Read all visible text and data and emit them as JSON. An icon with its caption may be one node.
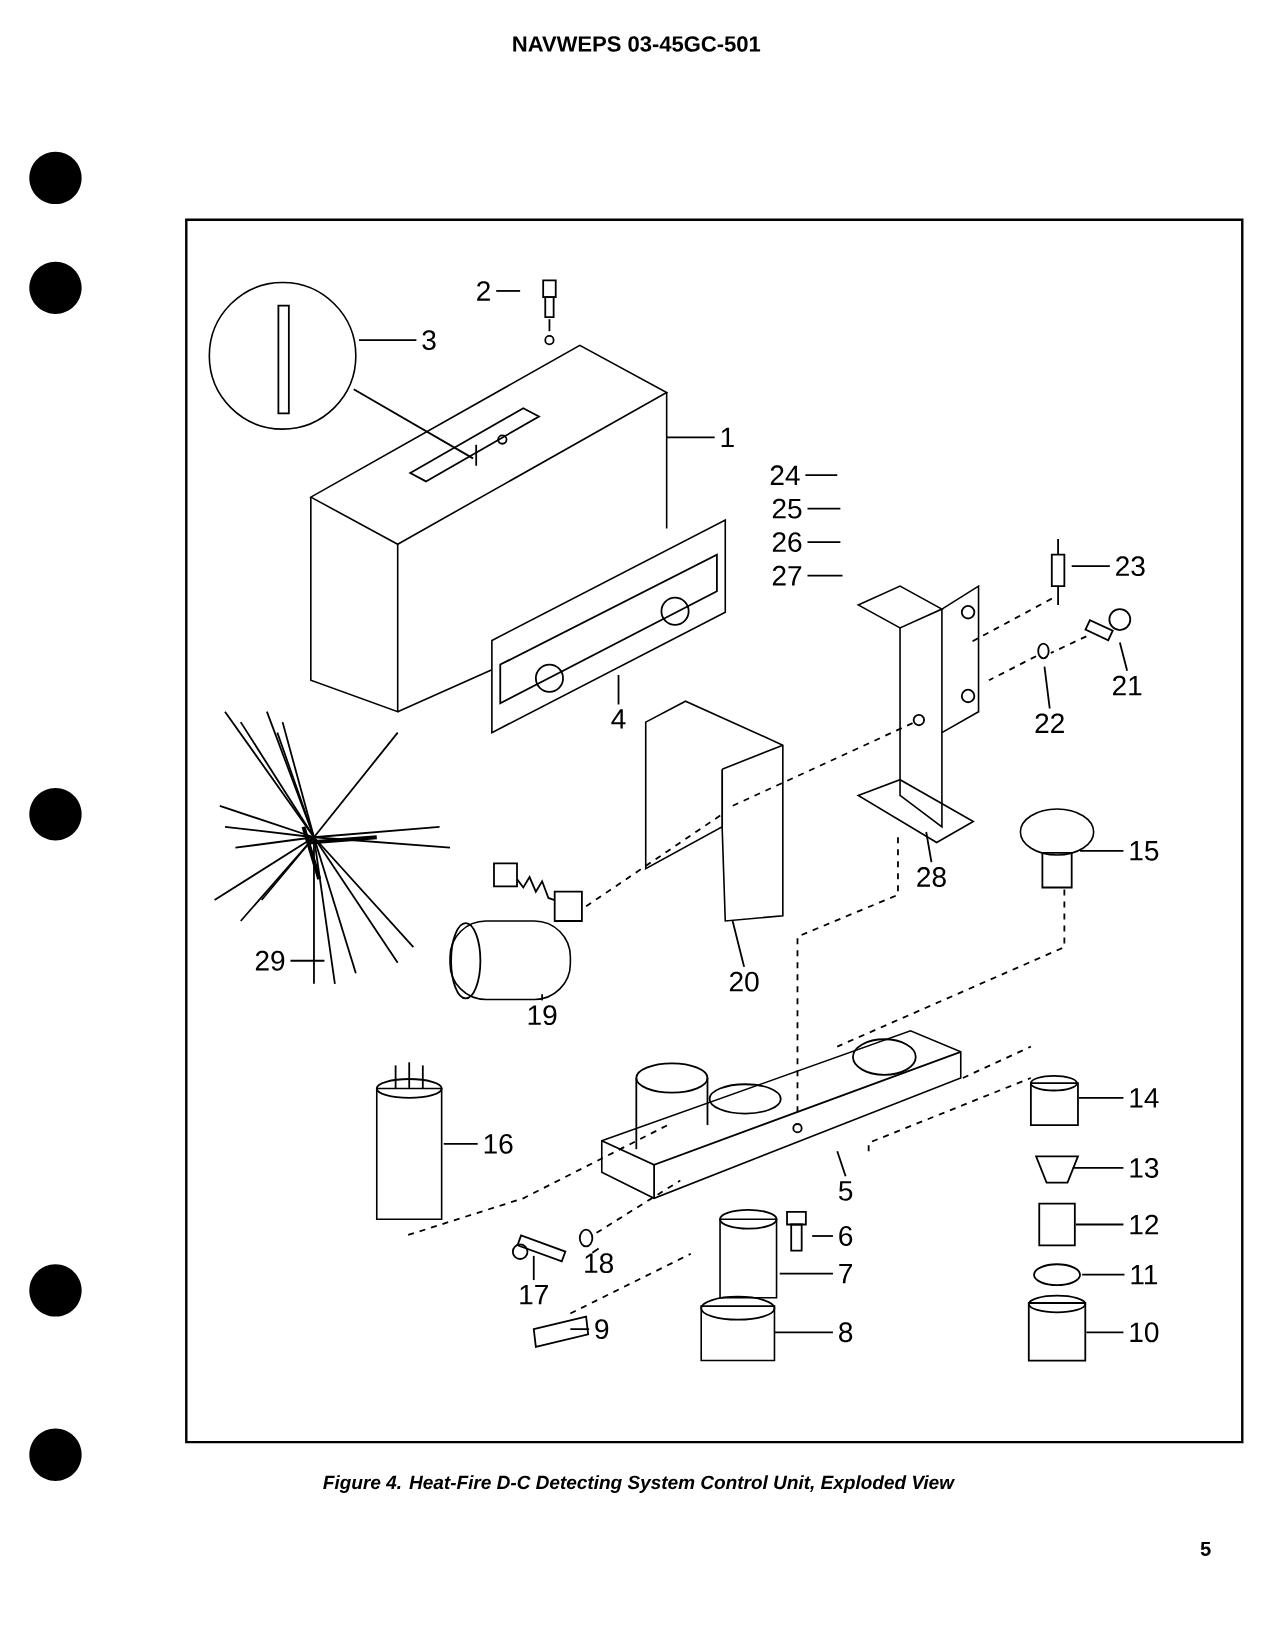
{
  "diagram": {
    "caption": "Figure 4. Heat-Fire D-C Detecting System Control Unit, Exploded View",
    "nodes": [
      {
        "text": [
          "1"
        ]
      },
      {
        "text": [
          "2"
        ]
      },
      {
        "text": [
          "3"
        ]
      },
      {
        "text": [
          "4"
        ]
      },
      {
        "text": [
          "5"
        ]
      },
      {
        "text": [
          "6"
        ]
      },
      {
        "text": [
          "7"
        ]
      },
      {
        "text": [
          "8"
        ]
      },
      {
        "text": [
          "9"
        ]
      },
      {
        "text": [
          "10"
        ]
      },
      {
        "text": [
          "11"
        ]
      },
      {
        "text": [
          "12"
        ]
      },
      {
        "text": [
          "13"
        ]
      },
      {
        "text": [
          "14"
        ]
      },
      {
        "text": [
          "15"
        ]
      },
      {
        "text": [
          "16"
        ]
      },
      {
        "text": [
          "17"
        ]
      },
      {
        "text": [
          "18"
        ]
      },
      {
        "text": [
          "19"
        ]
      },
      {
        "text": [
          "20"
        ]
      },
      {
        "text": [
          "21"
        ]
      },
      {
        "text": [
          "22"
        ]
      },
      {
        "text": [
          "23"
        ]
      },
      {
        "text": [
          "24"
        ]
      },
      {
        "text": [
          "25"
        ]
      },
      {
        "text": [
          "26"
        ]
      },
      {
        "text": [
          "27"
        ]
      },
      {
        "text": [
          "28"
        ]
      },
      {
        "text": [
          "29"
        ]
      }
    ],
    "edges": [
      {
        "from": 0,
        "to": null,
        "arrow": "none"
      },
      {
        "from": 1,
        "to": null,
        "arrow": "none"
      },
      {
        "from": 2,
        "to": null,
        "arrow": "none"
      },
      {
        "from": 3,
        "to": null,
        "arrow": "none"
      },
      {
        "from": 4,
        "to": null,
        "arrow": "none"
      },
      {
        "from": 5,
        "to": null,
        "arrow": "none"
      },
      {
        "from": 6,
        "to": null,
        "arrow": "none"
      },
      {
        "from": 7,
        "to": null,
        "arrow": "none"
      },
      {
        "from": 8,
        "to": null,
        "arrow": "none"
      },
      {
        "from": 9,
        "to": null,
        "arrow": "none"
      },
      {
        "from": 10,
        "to": null,
        "arrow": "none"
      },
      {
        "from": 11,
        "to": null,
        "arrow": "none"
      },
      {
        "from": 12,
        "to": null,
        "arrow": "none"
      },
      {
        "from": 13,
        "to": null,
        "arrow": "none"
      },
      {
        "from": 14,
        "to": null,
        "arrow": "none"
      },
      {
        "from": 15,
        "to": null,
        "arrow": "none"
      },
      {
        "from": 16,
        "to": null,
        "arrow": "none"
      },
      {
        "from": 17,
        "to": null,
        "arrow": "none"
      },
      {
        "from": 18,
        "to": null,
        "arrow": "none"
      },
      {
        "from": 19,
        "to": null,
        "arrow": "none"
      },
      {
        "from": 20,
        "to": null,
        "arrow": "none"
      },
      {
        "from": 21,
        "to": null,
        "arrow": "none"
      },
      {
        "from": 22,
        "to": null,
        "arrow": "none"
      },
      {
        "from": 23,
        "to": null,
        "arrow": "none"
      },
      {
        "from": 24,
        "to": null,
        "arrow": "none"
      },
      {
        "from": 25,
        "to": null,
        "arrow": "none"
      },
      {
        "from": 26,
        "to": null,
        "arrow": "none"
      },
      {
        "from": 27,
        "to": null,
        "arrow": "none"
      },
      {
        "from": 28,
        "to": null,
        "arrow": "none"
      }
    ],
    "labels": [
      "NAVWEPS 03-45GC-501",
      "5"
    ]
  }
}
